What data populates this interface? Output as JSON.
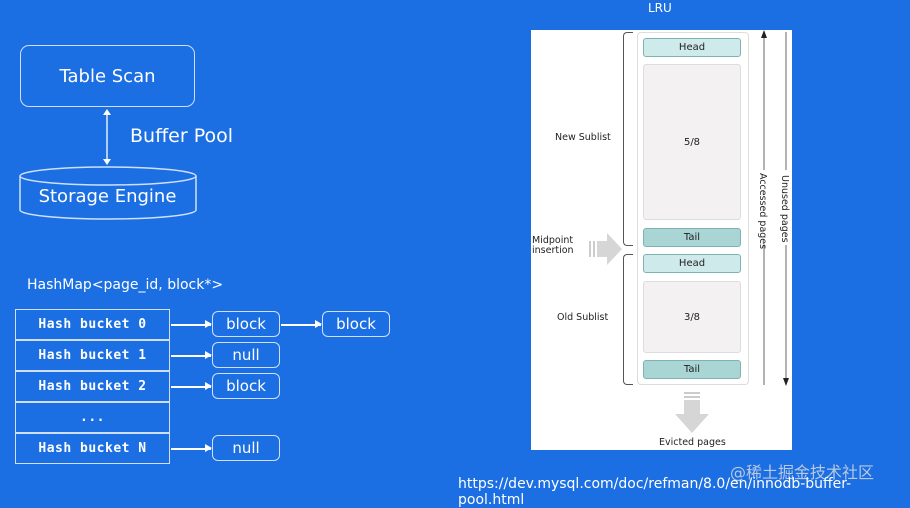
{
  "flow": {
    "table_scan": "Table Scan",
    "buffer_pool": "Buffer Pool",
    "storage_engine": "Storage Engine"
  },
  "hashmap": {
    "title": "HashMap<page_id, block*>",
    "rows": [
      "Hash bucket 0",
      "Hash bucket 1",
      "Hash bucket 2",
      "...",
      "Hash bucket N"
    ],
    "pointers": {
      "b0": "block",
      "b0_next": "block",
      "b1": "null",
      "b2": "block",
      "bN": "null"
    }
  },
  "lru": {
    "title": "LRU",
    "new_sublist": "New Sublist",
    "old_sublist": "Old Sublist",
    "head": "Head",
    "tail": "Tail",
    "new_fraction": "5/8",
    "old_fraction": "3/8",
    "midpoint_1": "Midpoint",
    "midpoint_2": "insertion",
    "accessed": "Accessed pages",
    "unused": "Unused pages",
    "evicted": "Evicted pages"
  },
  "footer": {
    "url": "https://dev.mysql.com/doc/refman/8.0/en/innodb-buffer-pool.html",
    "watermark": "@稀土掘金技术社区"
  },
  "colors": {
    "background": "#1b6fe2",
    "teal": "#b9dfdf"
  }
}
